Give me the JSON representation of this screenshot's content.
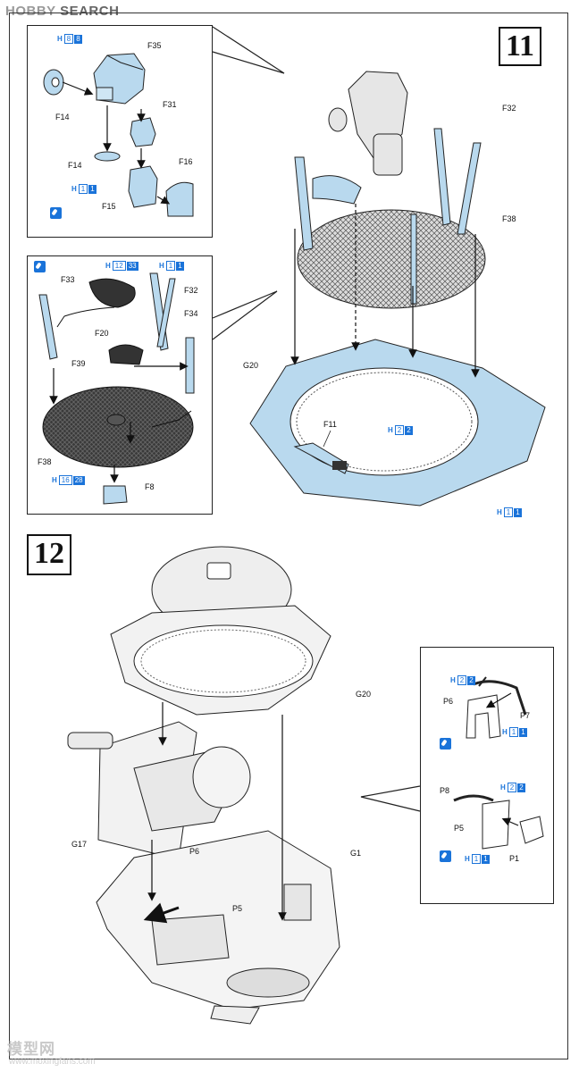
{
  "watermark": {
    "brand_a": "HOBBY",
    "brand_b": "SEARCH",
    "footer_cn": "模型网",
    "footer_url": "www.moxingfans.com"
  },
  "steps": {
    "step11": "11",
    "step12": "12"
  },
  "inset_a": {
    "tag": {
      "h": "H",
      "outline": "8",
      "fill": "8"
    },
    "labels": {
      "f35": "F35",
      "f14a": "F14",
      "f31": "F31",
      "f14b": "F14",
      "f16": "F16",
      "f15": "F15"
    },
    "tag2": {
      "h": "H",
      "outline": "1",
      "fill": "1"
    }
  },
  "inset_b": {
    "tag1": {
      "h": "H",
      "outline": "12",
      "fill": "33"
    },
    "tag2": {
      "h": "H",
      "outline": "1",
      "fill": "1"
    },
    "labels": {
      "f33": "F33",
      "f32": "F32",
      "f34": "F34",
      "f20": "F20",
      "f39": "F39",
      "f38": "F38",
      "f8": "F8"
    },
    "tag3": {
      "h": "H",
      "outline": "16",
      "fill": "28"
    }
  },
  "step11_main": {
    "labels": {
      "f32": "F32",
      "f38": "F38",
      "g20": "G20",
      "f11": "F11"
    },
    "tag_f11": {
      "h": "H",
      "outline": "2",
      "fill": "2"
    },
    "tag_ring": {
      "h": "H",
      "outline": "1",
      "fill": "1"
    }
  },
  "inset_c": {
    "tag1": {
      "h": "H",
      "outline": "2",
      "fill": "2"
    },
    "labels": {
      "p6": "P6",
      "p7": "P7",
      "p8": "P8",
      "p5": "P5",
      "p1": "P1"
    },
    "tag2": {
      "h": "H",
      "outline": "1",
      "fill": "1"
    },
    "tag3": {
      "h": "H",
      "outline": "2",
      "fill": "2"
    },
    "tag4": {
      "h": "H",
      "outline": "1",
      "fill": "1"
    }
  },
  "step12_main": {
    "labels": {
      "g20": "G20",
      "g17": "G17",
      "g1": "G1",
      "p6": "P6",
      "p5": "P5"
    }
  }
}
